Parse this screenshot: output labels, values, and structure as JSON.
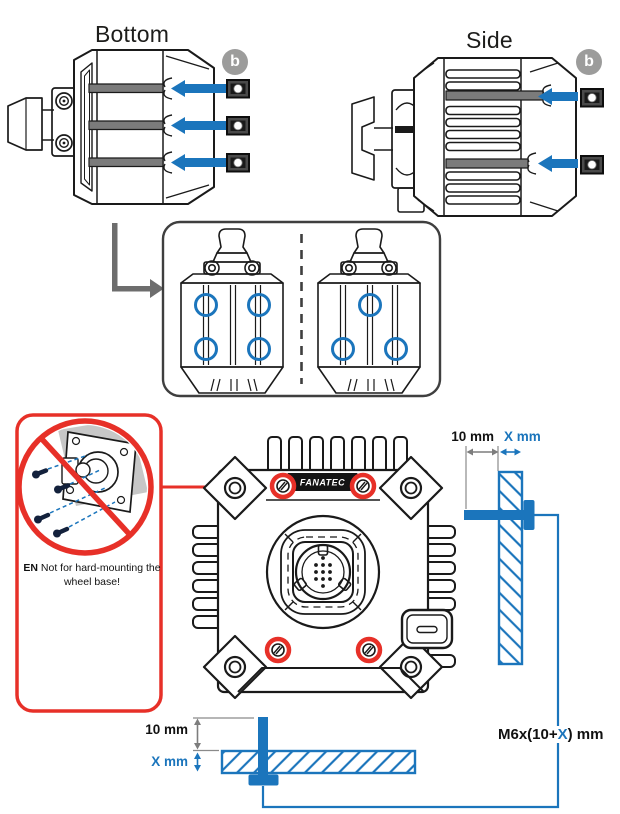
{
  "colors": {
    "blue": "#1b75bc",
    "red": "#e73028",
    "badge": "#9c9c9b"
  },
  "views": {
    "bottom": {
      "title": "Bottom",
      "badge": "b"
    },
    "side": {
      "title": "Side",
      "badge": "b"
    }
  },
  "callout": {
    "lang": "EN",
    "warning": "Not for hard-mounting the wheel base!"
  },
  "brand": {
    "logo": "FANATEC"
  },
  "dims": {
    "side_wall": {
      "depth": "10 mm",
      "thickness": "X mm"
    },
    "bottom_wall": {
      "depth": "10 mm",
      "thickness": "X mm"
    },
    "screw": {
      "prefix": "M6x(10+",
      "variable": "X",
      "suffix": ") mm"
    }
  }
}
